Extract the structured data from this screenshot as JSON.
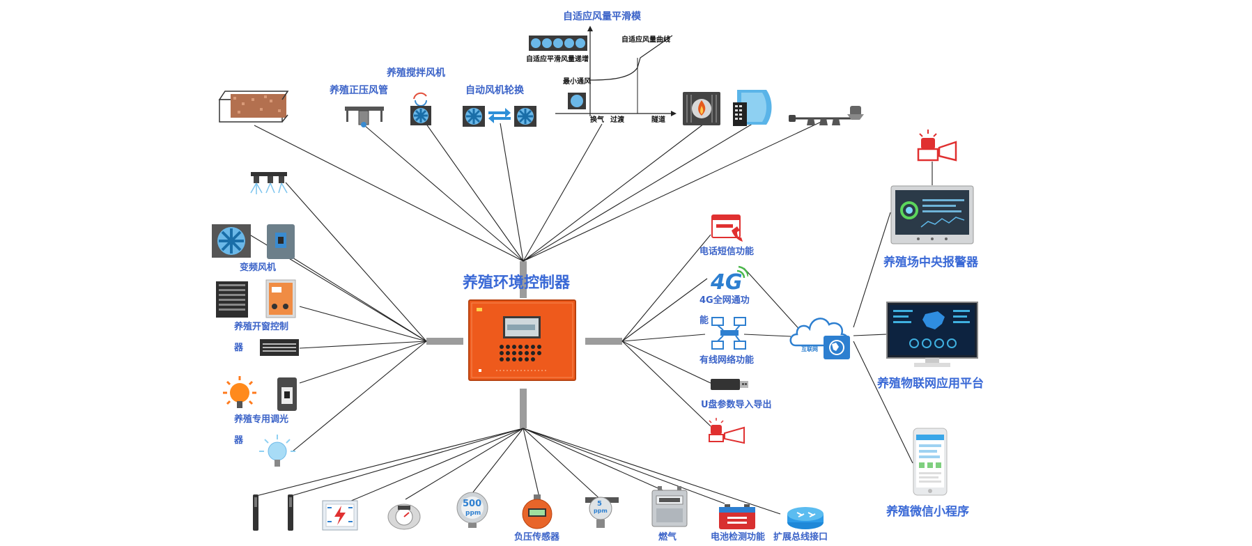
{
  "colors": {
    "label": "#3b63c8",
    "controller": "#ee5a1c",
    "line": "#222222",
    "connector": "#9c9c9c",
    "alarm": "#e03030"
  },
  "controller": {
    "title": "养殖环境控制器"
  },
  "top_devices": {
    "positive_pressure_duct": "养殖正压风管",
    "stirring_fan": "养殖搅拌风机",
    "auto_fan_rotation": "自动风机轮换",
    "adaptive_title": "自适应风量平滑模",
    "adaptive_curve": "自适应风量曲线",
    "adaptive_increase": "自适应平滑风量递增",
    "min_ventilation": "最小通风",
    "stage_exchange": "换气",
    "stage_transition": "过渡",
    "stage_tunnel": "隧道"
  },
  "left_devices": {
    "inverter_fan": "变频风机",
    "window_control_line1": "养殖开窗控制",
    "window_control_line2": "器",
    "dimmer_line1": "养殖专用调光",
    "dimmer_line2": "器"
  },
  "comm_features": {
    "phone_sms": "电话短信功能",
    "network_4g_line1": "4G全网通功",
    "network_4g_line2": "能",
    "wired_network": "有线网络功能",
    "usb_import_export": "U盘参数导入导出"
  },
  "cloud": {
    "label": "互联网"
  },
  "platforms": {
    "central_alarm": "养殖场中央报警器",
    "iot_platform": "养殖物联网应用平台",
    "wechat_app": "养殖微信小程序"
  },
  "sensors": {
    "negative_pressure": "负压传感器",
    "gas": "燃气",
    "battery_detection": "电池检测功能",
    "expansion_bus": "扩展总线接口",
    "co2_reading": "500",
    "co2_unit": "ppm",
    "h2s_reading": "5",
    "h2s_unit": "ppm"
  }
}
